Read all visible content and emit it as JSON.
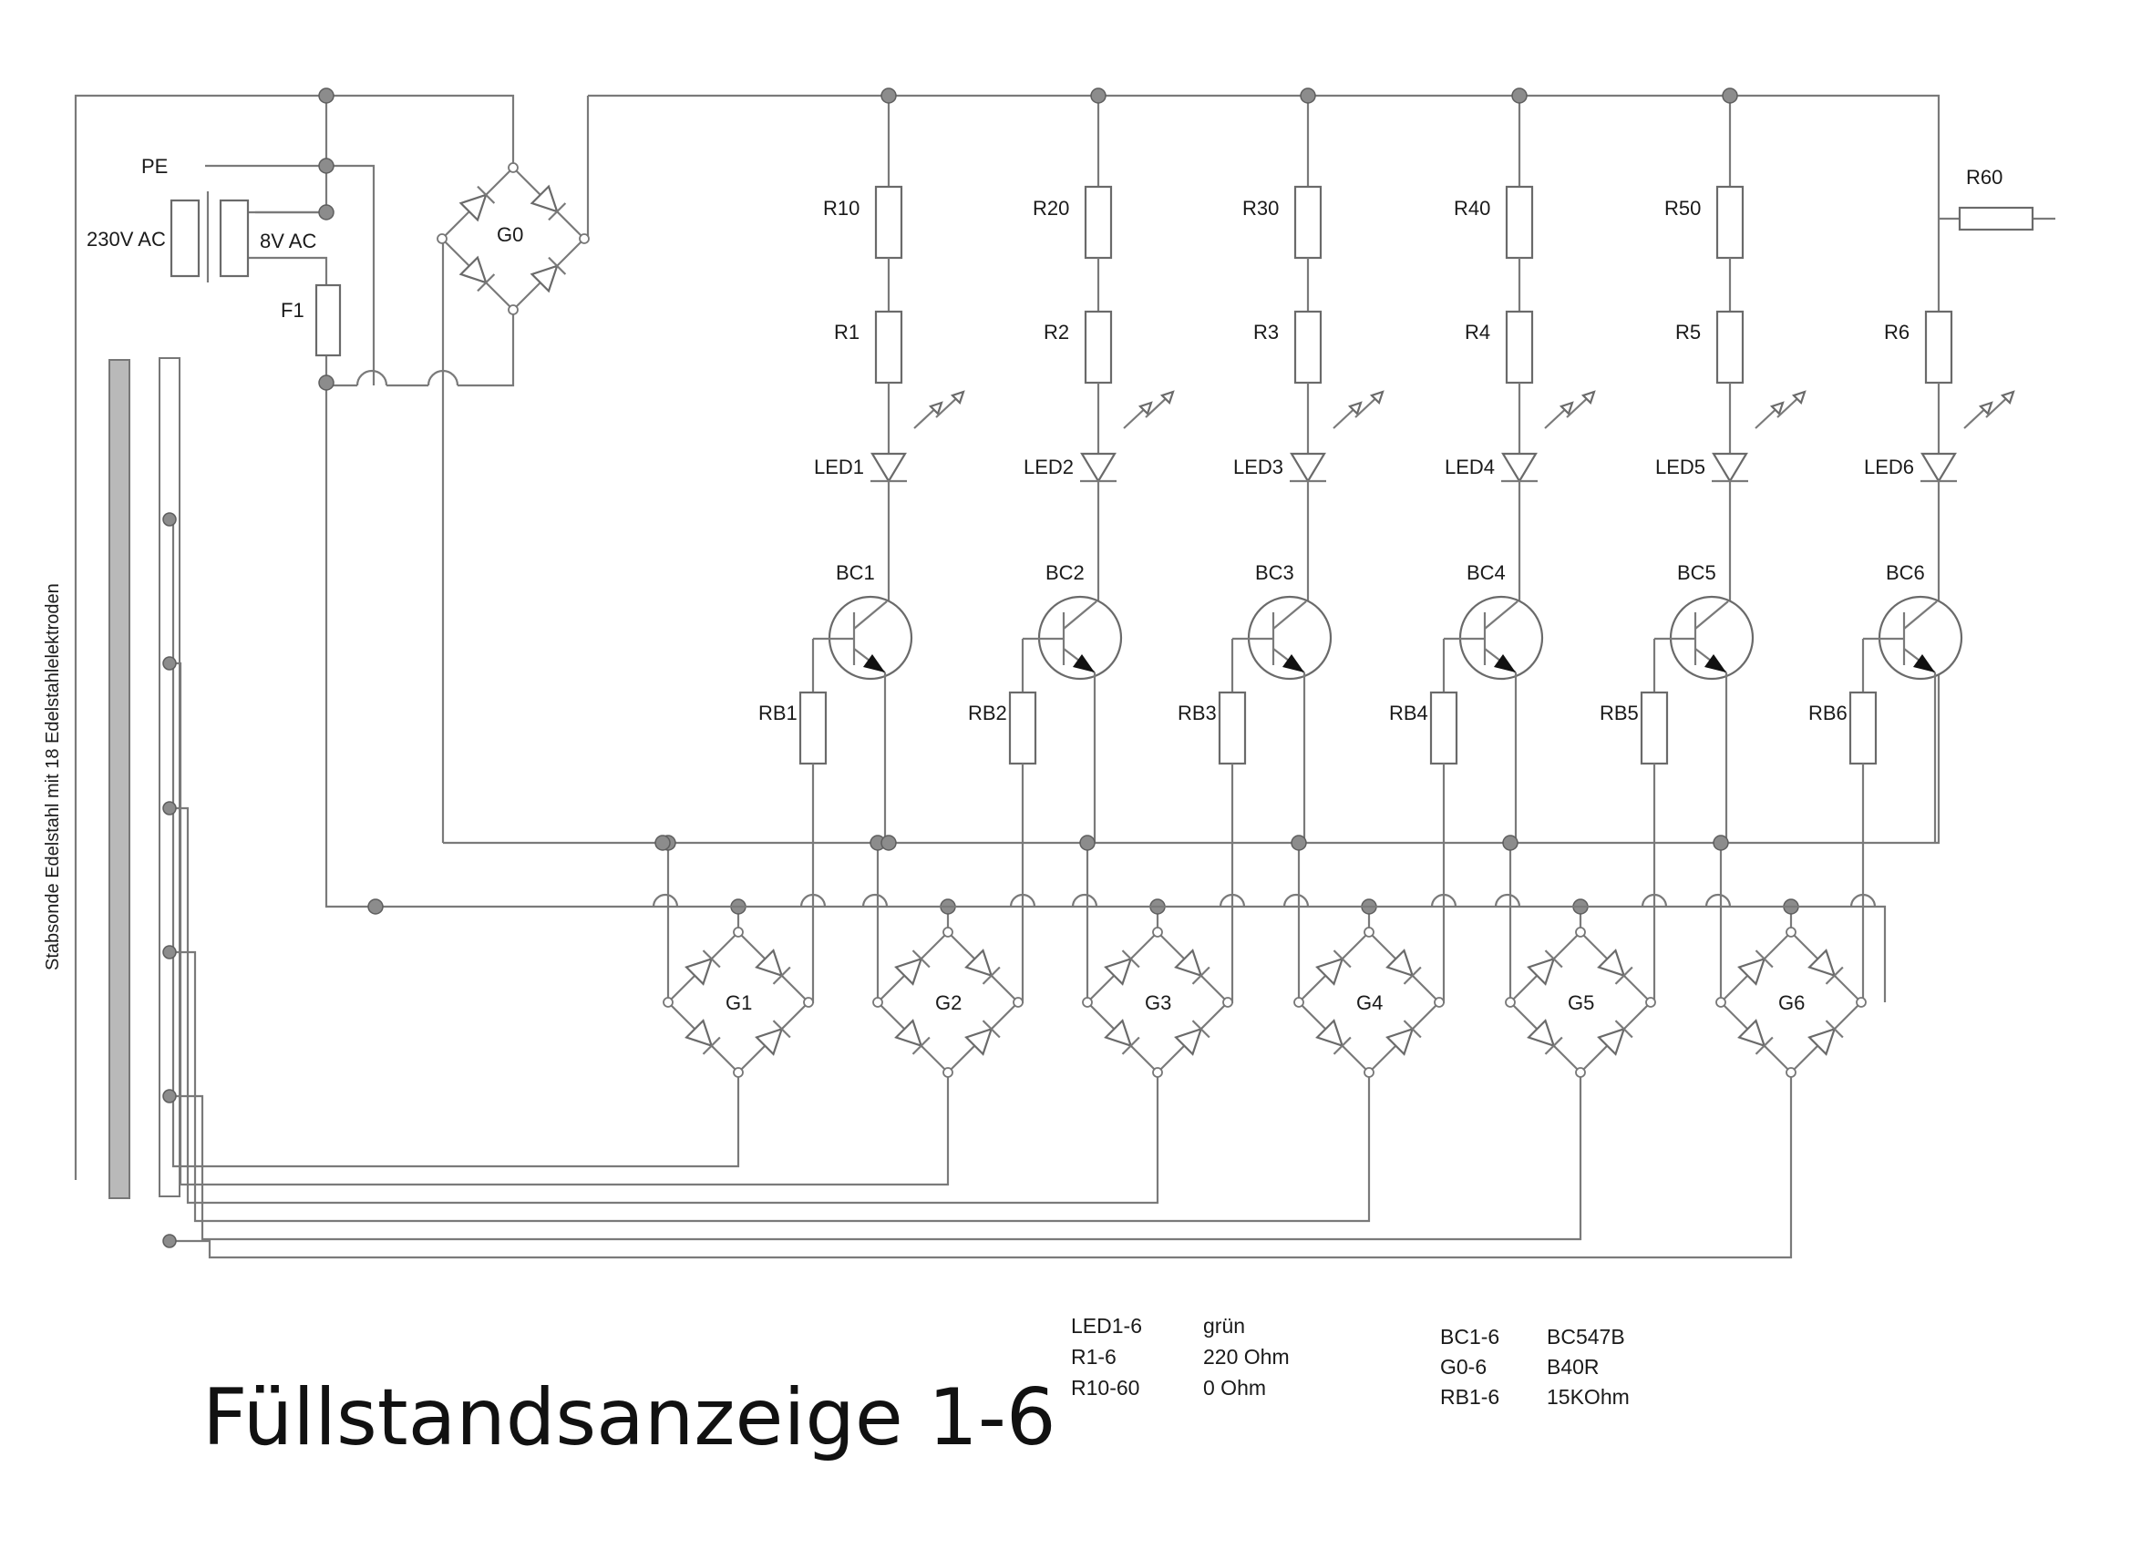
{
  "labels": {
    "PE": "PE",
    "mains": "230V AC",
    "secondary": "8V AC",
    "fuse": "F1",
    "main_bridge": "G0",
    "probe": "Stabsonde Edelstahl mit 18 Edelstahlelektroden",
    "r60": "R60"
  },
  "channels": [
    {
      "rtop": "R10",
      "r": "R1",
      "led": "LED1",
      "bc": "BC1",
      "rb": "RB1",
      "g": "G1"
    },
    {
      "rtop": "R20",
      "r": "R2",
      "led": "LED2",
      "bc": "BC2",
      "rb": "RB2",
      "g": "G2"
    },
    {
      "rtop": "R30",
      "r": "R3",
      "led": "LED3",
      "bc": "BC3",
      "rb": "RB3",
      "g": "G3"
    },
    {
      "rtop": "R40",
      "r": "R4",
      "led": "LED4",
      "bc": "BC4",
      "rb": "RB4",
      "g": "G4"
    },
    {
      "rtop": "R50",
      "r": "R5",
      "led": "LED5",
      "bc": "BC5",
      "rb": "RB5",
      "g": "G5"
    },
    {
      "rtop": "",
      "r": "R6",
      "led": "LED6",
      "bc": "BC6",
      "rb": "RB6",
      "g": "G6"
    }
  ],
  "title": "Füllstandsanzeige 1-6",
  "legend_left": [
    {
      "part": "LED1-6",
      "value": "grün"
    },
    {
      "part": "R1-6",
      "value": "220 Ohm"
    },
    {
      "part": "R10-60",
      "value": "0 Ohm"
    }
  ],
  "legend_right": [
    {
      "part": "BC1-6",
      "value": "BC547B"
    },
    {
      "part": "G0-6",
      "value": "B40R"
    },
    {
      "part": "RB1-6",
      "value": "15KOhm"
    }
  ]
}
